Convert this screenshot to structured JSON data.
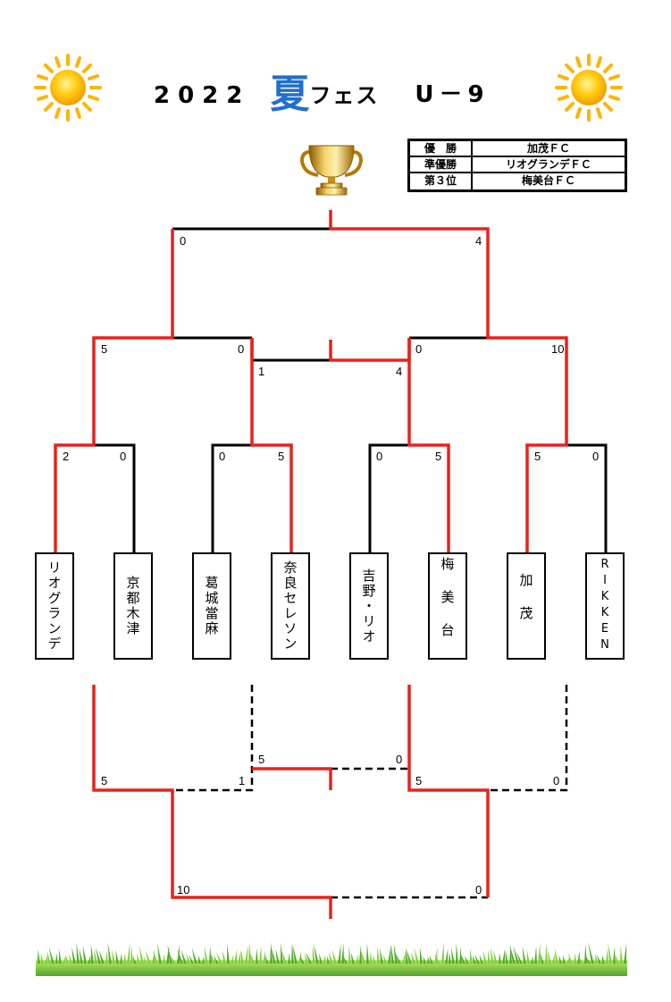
{
  "title": {
    "year": "2022",
    "kanji": "夏",
    "fes": "フェス",
    "division": "U－9"
  },
  "results": [
    {
      "label": "優　勝",
      "team": "加茂ＦＣ"
    },
    {
      "label": "準優勝",
      "team": "リオグランデＦＣ"
    },
    {
      "label": "第３位",
      "team": "梅美台ＦＣ"
    }
  ],
  "teams": [
    "リオグランデ",
    "京都木津",
    "葛城當麻",
    "奈良セレソン",
    "吉野・リオ",
    "梅美台",
    "加茂",
    "RIKKEN"
  ],
  "scores": {
    "r1": [
      "2",
      "0",
      "0",
      "5",
      "0",
      "5",
      "5",
      "0"
    ],
    "qf": [
      "5",
      "0",
      "0",
      "10"
    ],
    "upper_center": [
      "1",
      "4"
    ],
    "final": [
      "0",
      "4"
    ],
    "lower_semi": [
      "5",
      "1",
      "5",
      "0"
    ],
    "lower_center": [
      "5",
      "0"
    ],
    "lower_final": [
      "10",
      "0"
    ]
  },
  "colors": {
    "winner_line": "#e8221b",
    "line": "#000000",
    "accent": "#1e6fcf"
  },
  "icons": [
    "sun-icon",
    "trophy-icon",
    "grass-strip"
  ]
}
